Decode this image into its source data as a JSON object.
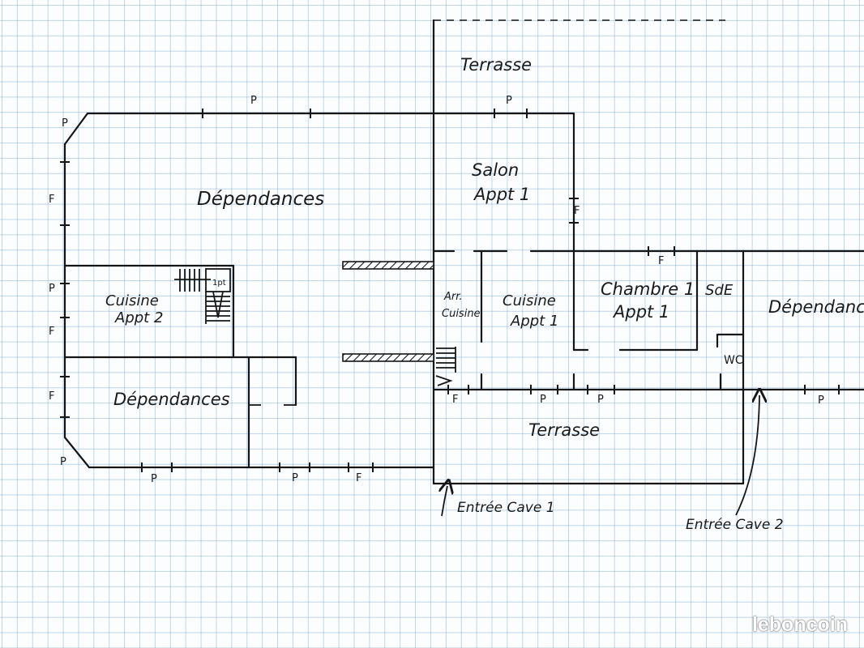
{
  "plan": {
    "rooms": {
      "terrasse_top": "Terrasse",
      "dependances_main": "Dépendances",
      "salon_line1": "Salon",
      "salon_line2": "Appt 1",
      "cuisine2_line1": "Cuisine",
      "cuisine2_line2": "Appt 2",
      "dependances_lower": "Dépendances",
      "arr_cuisine_line1": "Arr.",
      "arr_cuisine_line2": "Cuisine",
      "cuisine1_line1": "Cuisine",
      "cuisine1_line2": "Appt 1",
      "chambre_line1": "Chambre 1",
      "chambre_line2": "Appt 1",
      "sde": "SdE",
      "dependance_right": "Dépendance",
      "wc": "WC",
      "terrasse_bottom": "Terrasse",
      "stair_label": "1pt"
    },
    "marks": {
      "p": "P",
      "f": "F"
    },
    "entrances": {
      "cave1": "Entrée Cave 1",
      "cave2": "Entrée Cave 2"
    }
  },
  "watermark": "leboncoin"
}
